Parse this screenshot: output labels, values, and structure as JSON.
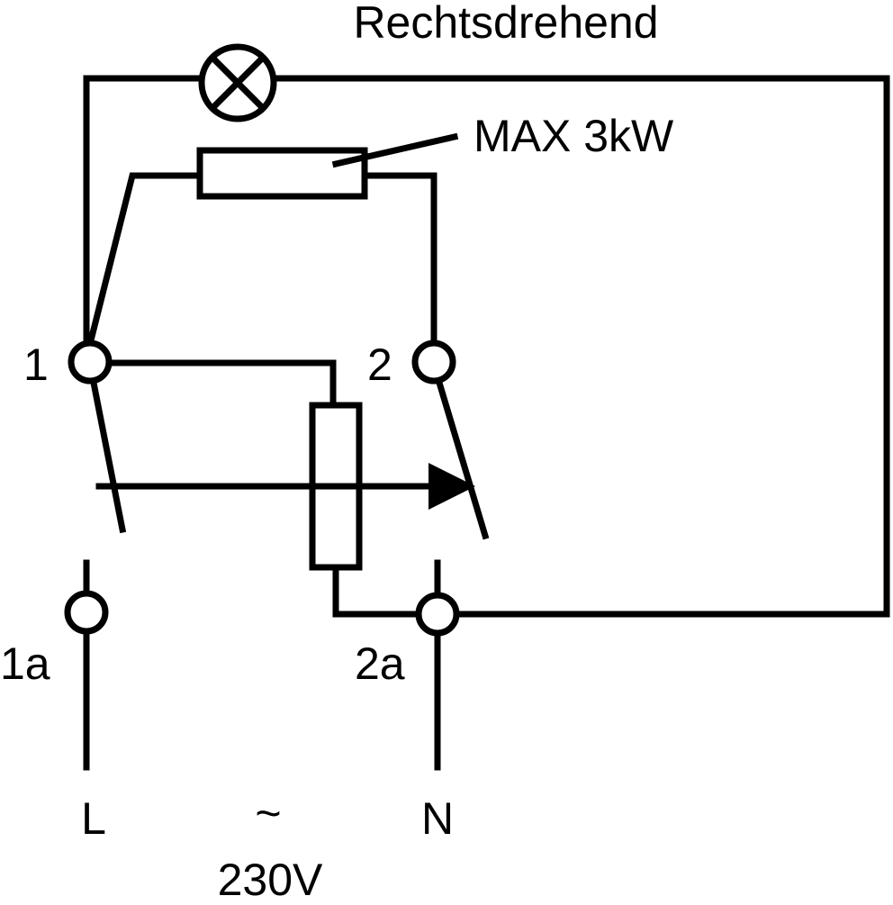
{
  "title": "Rechtsdrehend",
  "load_label": "MAX 3kW",
  "terminals": {
    "t1": "1",
    "t2": "2",
    "t1a": "1a",
    "t2a": "2a"
  },
  "supply": {
    "phase": "L",
    "neutral": "N",
    "ac_symbol": "~",
    "voltage": "230V"
  },
  "icons": {
    "lamp": "lamp-icon",
    "arrow": "arrow-head-icon"
  },
  "colors": {
    "line": "#000000",
    "background": "#ffffff"
  }
}
